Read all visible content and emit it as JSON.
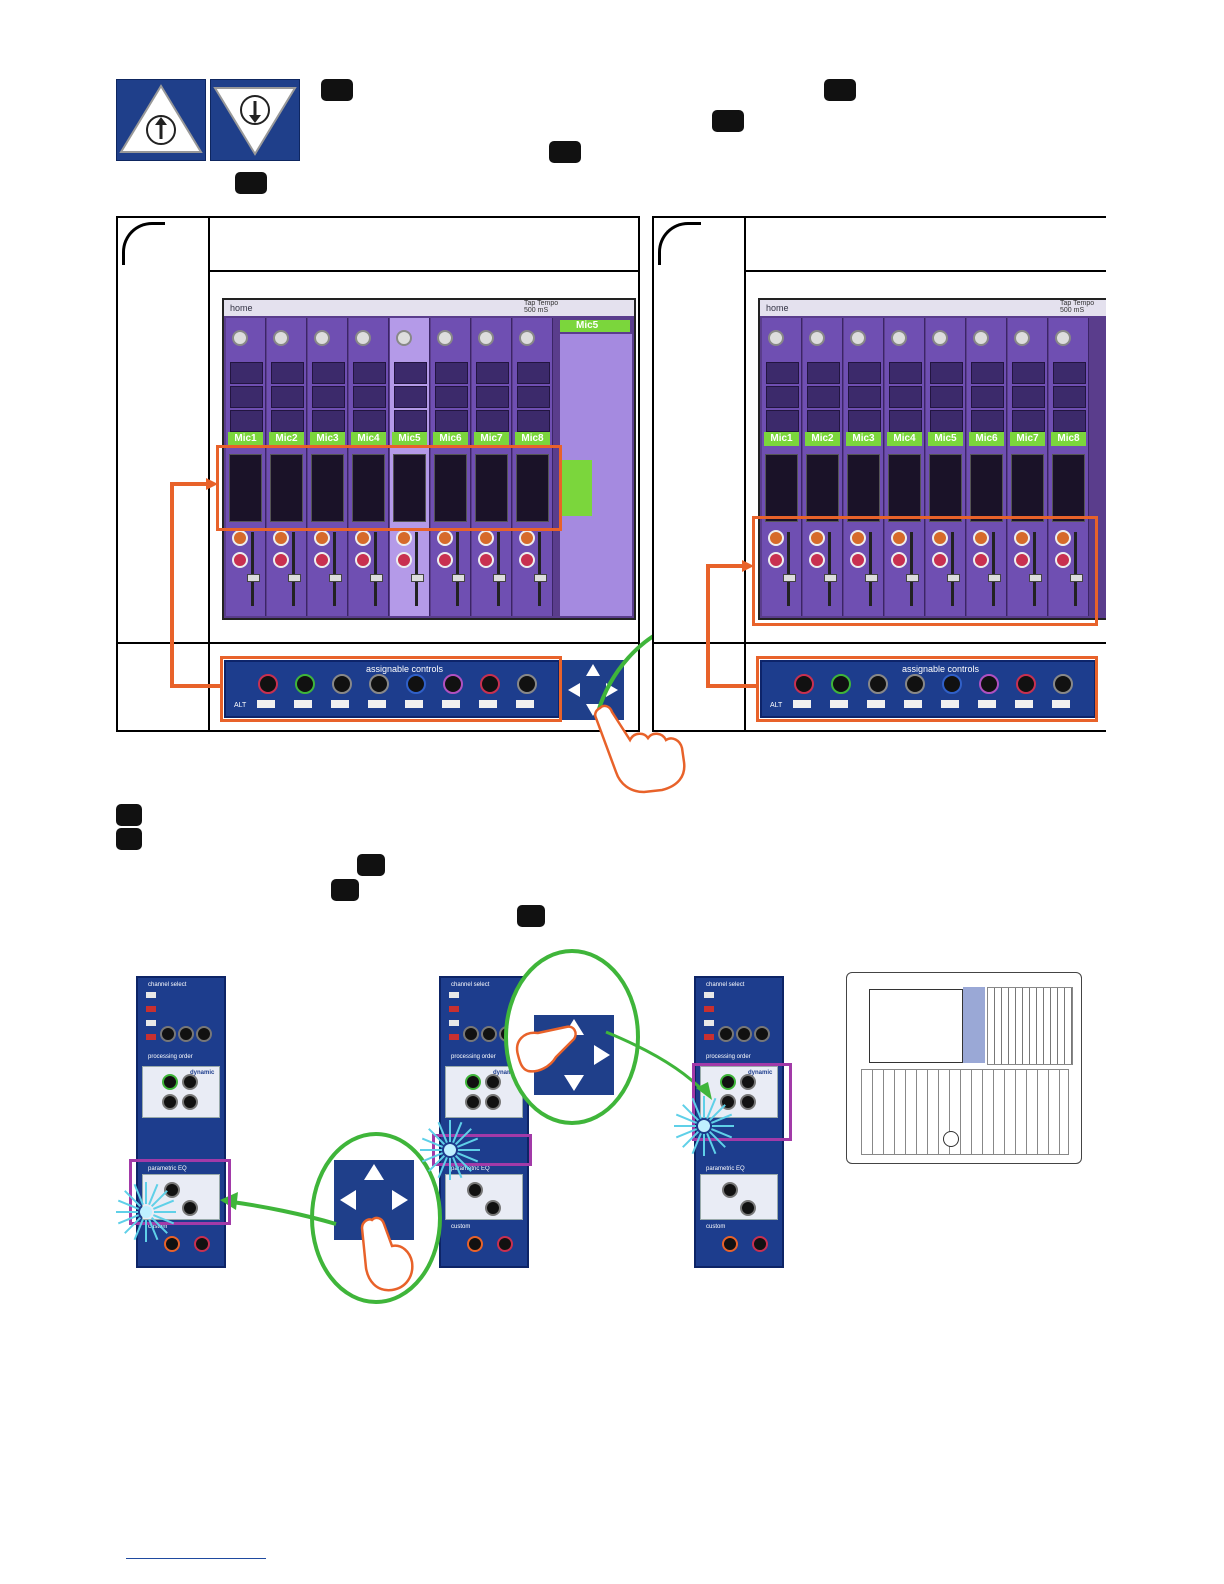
{
  "screens": {
    "strips_left": [
      {
        "label": "Mic1"
      },
      {
        "label": "Mic2"
      },
      {
        "label": "Mic3"
      },
      {
        "label": "Mic4"
      },
      {
        "label": "Mic5"
      },
      {
        "label": "Mic6"
      },
      {
        "label": "Mic7"
      },
      {
        "label": "Mic8"
      }
    ],
    "strips_right": [
      {
        "label": "Mic1"
      },
      {
        "label": "Mic2"
      },
      {
        "label": "Mic3"
      },
      {
        "label": "Mic4"
      },
      {
        "label": "Mic5"
      },
      {
        "label": "Mic6"
      },
      {
        "label": "Mic7"
      },
      {
        "label": "Mic8"
      }
    ],
    "selected_channel": "Mic5",
    "tap_tempo_label": "Tap Tempo",
    "tap_tempo_value": "500 mS",
    "home_label": "home",
    "assignable_label": "assignable controls",
    "alt_label": "ALT"
  },
  "panel": {
    "channel_label": "channel select",
    "processing_label": "processing order",
    "dynamic_label": "dynamic",
    "eq_label": "parametric EQ",
    "custom_label": "custom"
  },
  "colors": {
    "orange_highlight": "#e8622a",
    "green_arrow": "#3fb53a",
    "purple_highlight": "#a23aa8",
    "panel_blue": "#1d3d8d"
  }
}
